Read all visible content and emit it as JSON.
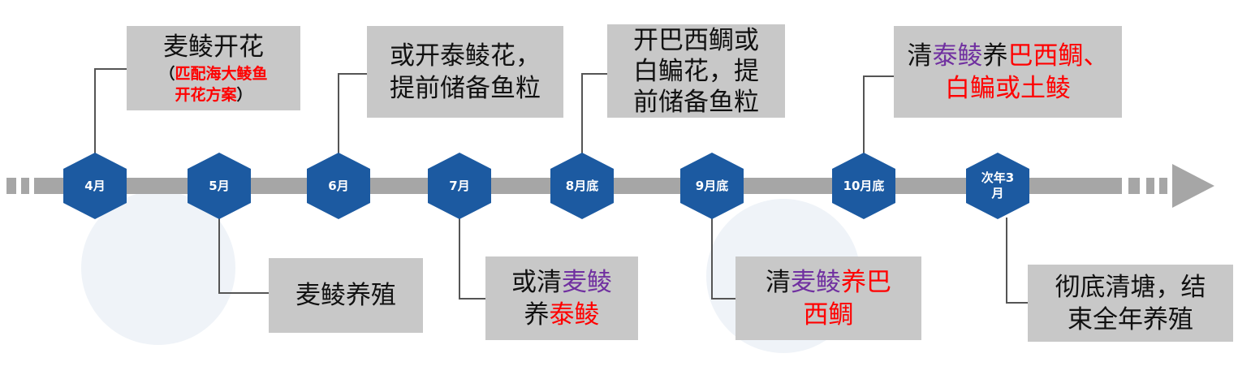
{
  "colors": {
    "hex_fill": "#1c5aa1",
    "axis": "#a6a6a6",
    "connector": "#555555",
    "box_fill": "#c8c8c8",
    "red": "#ff0000",
    "purple": "#7030a0"
  },
  "milestones": [
    {
      "label": "4月"
    },
    {
      "label": "5月"
    },
    {
      "label": "6月"
    },
    {
      "label": "7月"
    },
    {
      "label": "8月底"
    },
    {
      "label": "9月底"
    },
    {
      "label": "10月底"
    },
    {
      "label": "次年3\n月"
    }
  ],
  "notes": {
    "apr": {
      "line1": "麦鲮开花",
      "line2": "（",
      "line2_red": "匹配海大鲮鱼",
      "line3_red": "开花方案",
      "line3_end": "）"
    },
    "may": {
      "text": "麦鲮养殖"
    },
    "jun": {
      "line1": "或开泰鲮花，",
      "line2": "提前储备鱼粒"
    },
    "jul": {
      "l1_a": "或清",
      "l1_b": "麦鲮",
      "l2_a": "养",
      "l2_b": "泰鲮"
    },
    "aug": {
      "line1": "开巴西鲷或",
      "line2": "白鳊花，提",
      "line3": "前储备鱼粒"
    },
    "sep": {
      "l1_a": "清",
      "l1_b": "麦鲮",
      "l1_c": "养巴",
      "l2": "西鲷"
    },
    "oct": {
      "l1_a": "清",
      "l1_b": "泰鲮",
      "l1_c": "养",
      "l1_d": "巴西鲷、",
      "l2": "白鳊或土鲮"
    },
    "mar": {
      "line1": "彻底清塘，结",
      "line2": "束全年养殖"
    }
  }
}
